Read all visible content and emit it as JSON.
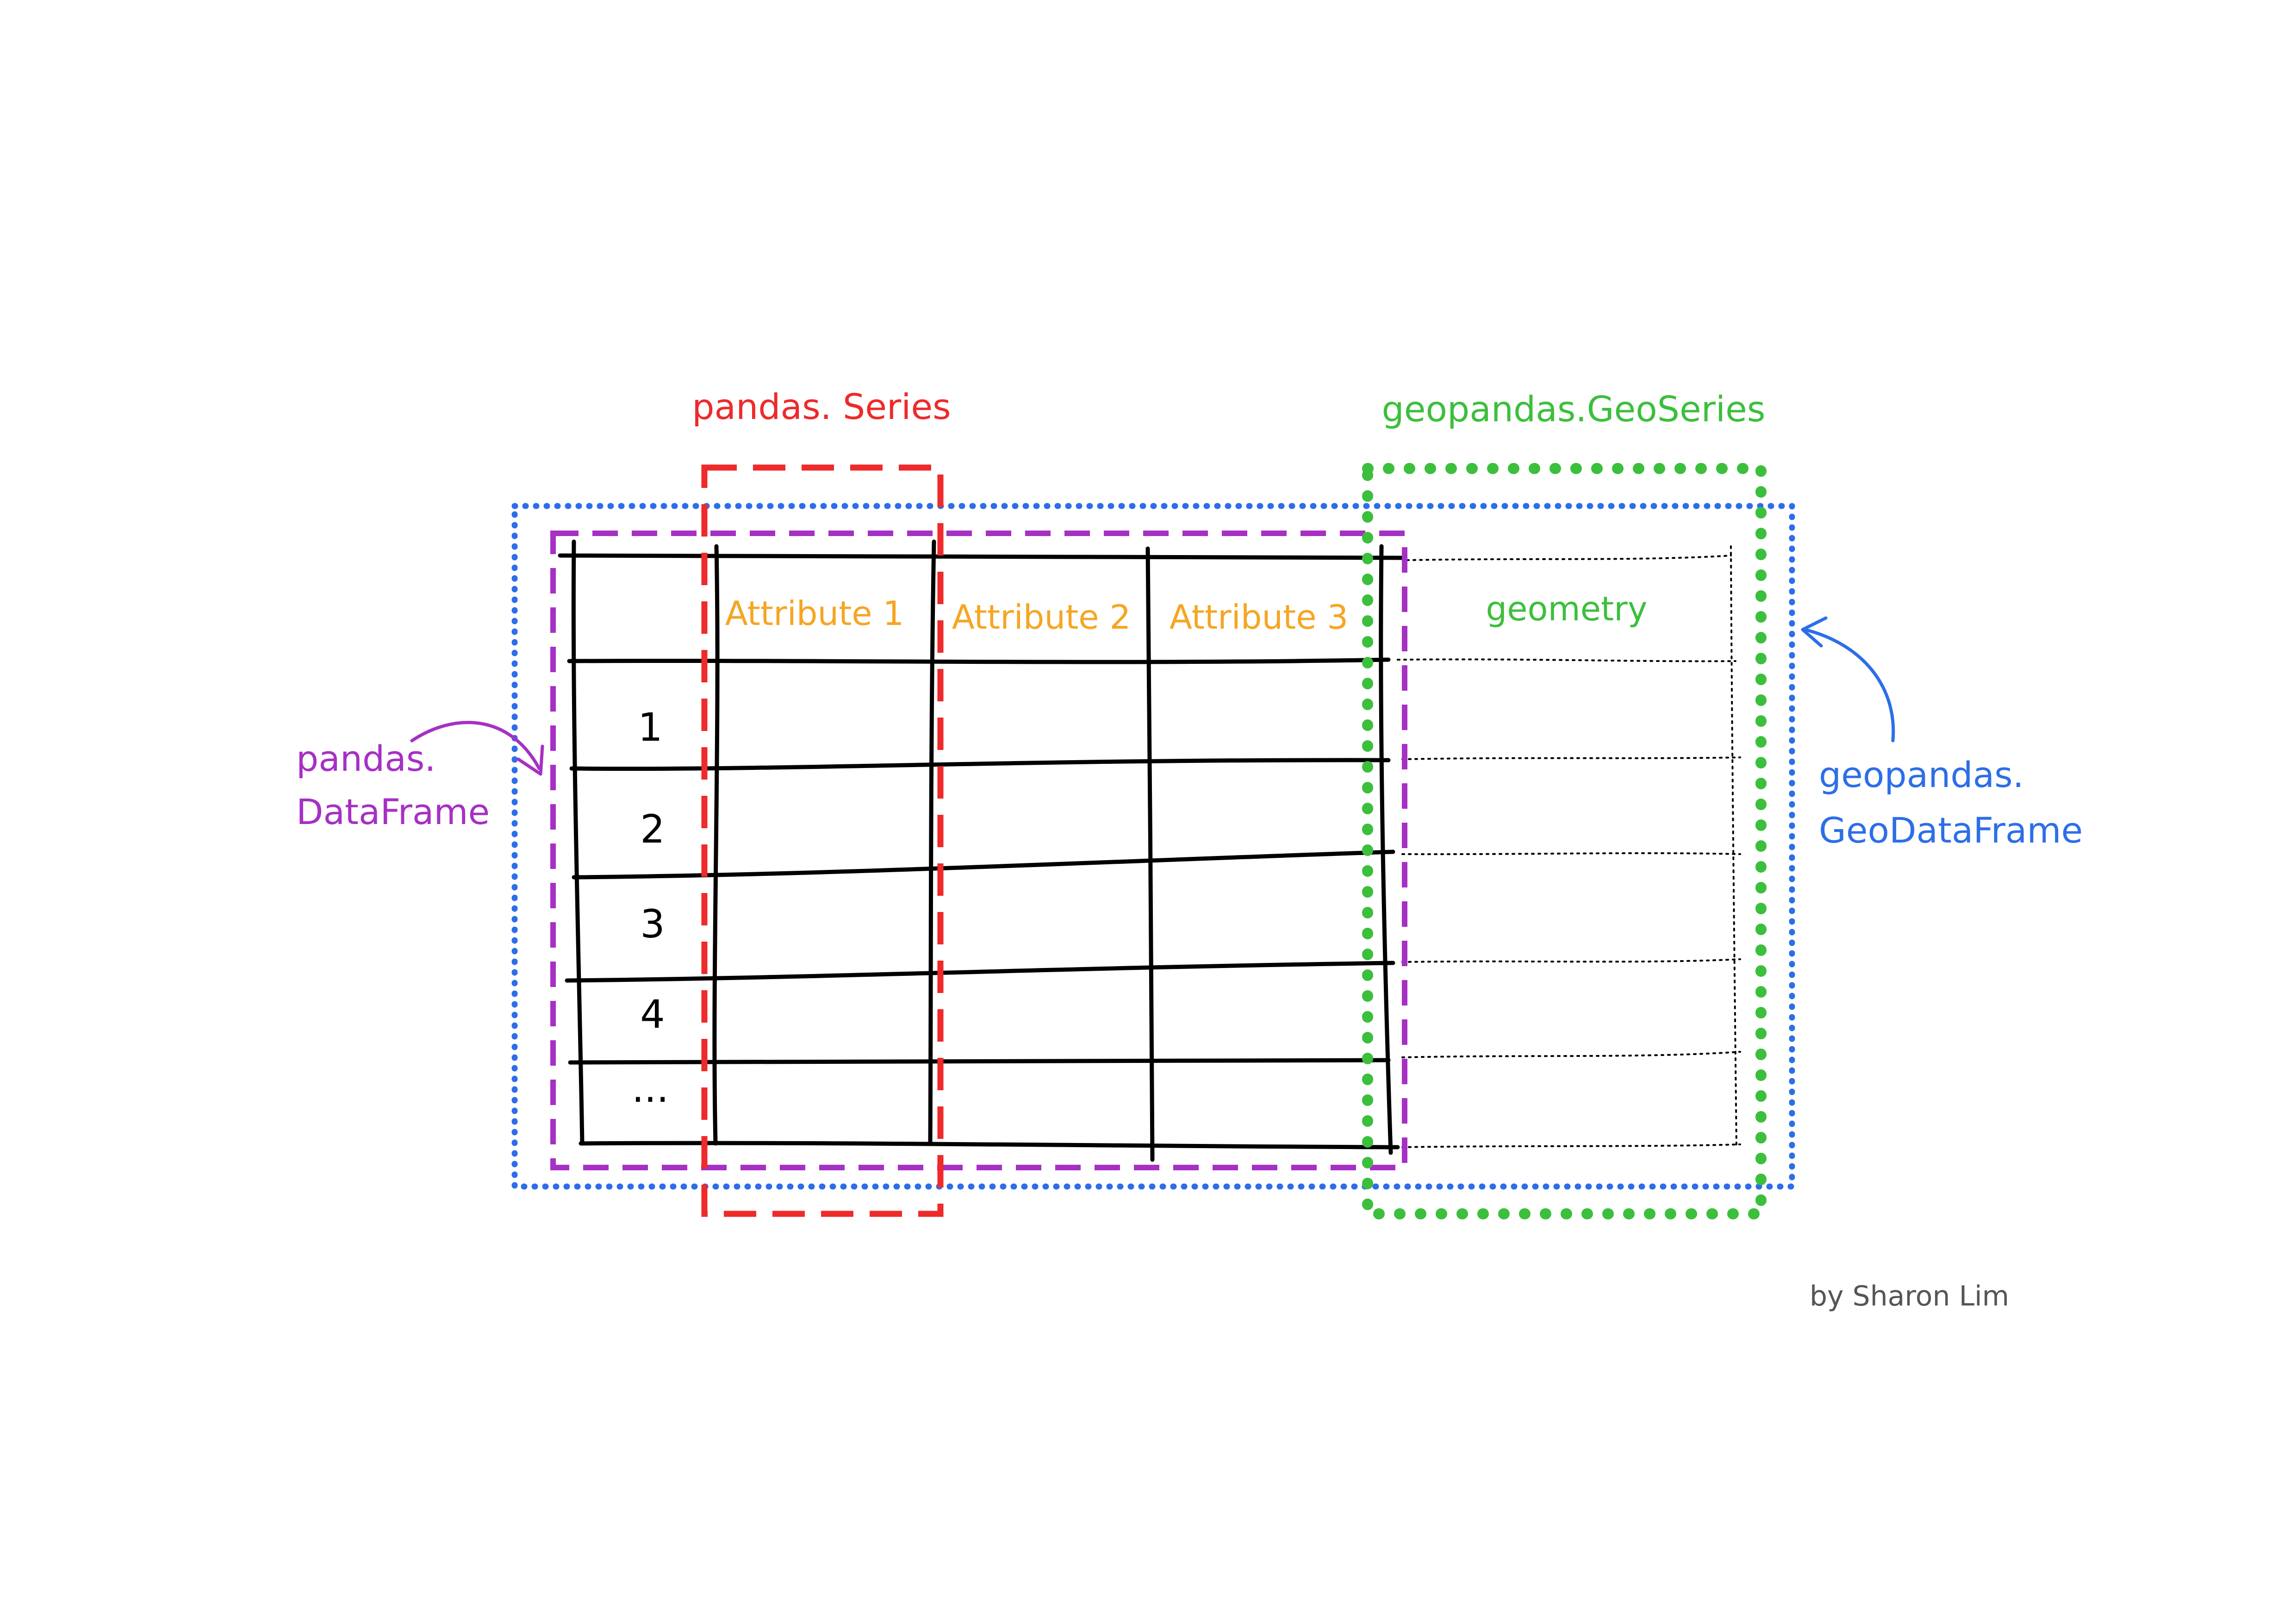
{
  "labels": {
    "series": "pandas. Series",
    "geoseries": "geopandas.GeoSeries",
    "dataframe_line1": "pandas.",
    "dataframe_line2": "DataFrame",
    "geodataframe_line1": "geopandas.",
    "geodataframe_line2": "GeoDataFrame"
  },
  "table": {
    "headers": [
      "Attribute 1",
      "Attribute 2",
      "Attribute 3"
    ],
    "geometry_header": "geometry",
    "row_index": [
      "1",
      "2",
      "3",
      "4",
      "..."
    ]
  },
  "credit": "by Sharon Lim",
  "colors": {
    "series": "#ee2a2a",
    "geoseries": "#3cbf3c",
    "dataframe": "#a630c4",
    "geodataframe": "#2d6ee8",
    "attribute_header": "#f5a623",
    "geometry_header": "#3cbf3c",
    "grid": "#000000"
  }
}
